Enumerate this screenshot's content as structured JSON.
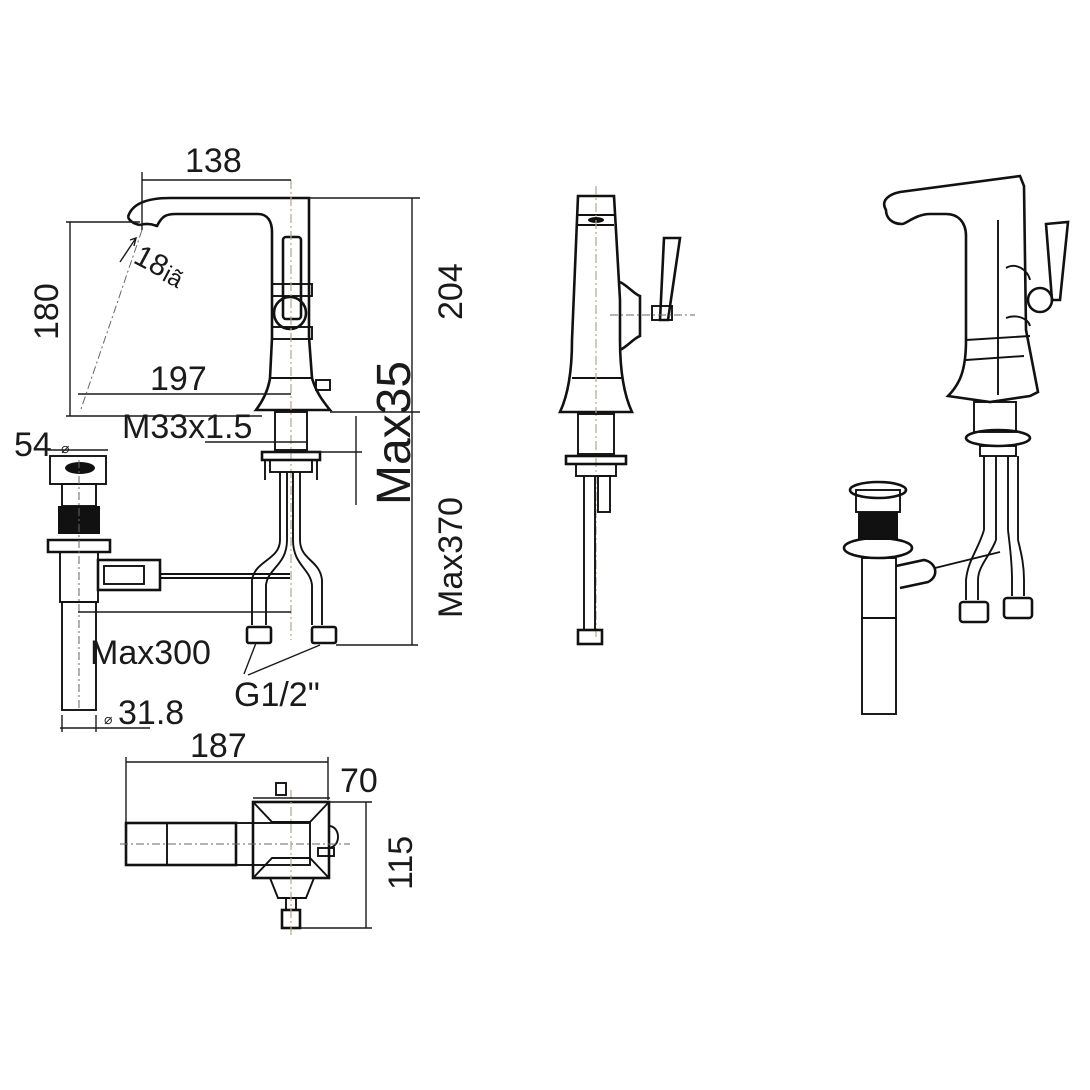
{
  "drawing": {
    "subject": "Single-lever basin mixer with pop-up drain",
    "views": {
      "side": {
        "dimensions": {
          "spout_reach": "138",
          "spout_height": "180",
          "total_height": "204",
          "base_to_drain": "197",
          "thread": "M33x1.5",
          "max_deck": "Max35",
          "max_hose": "Max370",
          "max_rod": "Max300",
          "connection": "G1/2\"",
          "drain_top_dia": "54",
          "drain_top_dia_symbol": "⌀",
          "drain_pipe_dia": "31.8",
          "drain_pipe_dia_symbol": "⌀",
          "rotation_angle": "18",
          "rotation_angle_suffix": "iã"
        }
      },
      "top": {
        "dimensions": {
          "length": "187",
          "base_width": "70",
          "depth": "115"
        }
      },
      "front": {},
      "isometric": {}
    }
  }
}
